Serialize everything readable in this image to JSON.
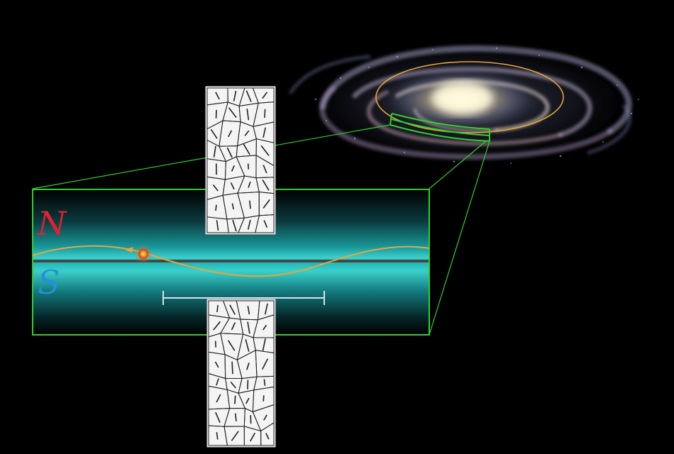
{
  "labels": {
    "north": "N",
    "south": "S"
  },
  "colors": {
    "background": "#000000",
    "frame_green": "#2fd02f",
    "orbit_orange": "#e8a63a",
    "north_red": "#e0212e",
    "south_blue": "#2a8fd8",
    "band_teal": "#1aa8a8",
    "scale_bar": "#d6e2ea"
  },
  "icons": {
    "sun": "sun-marker-icon",
    "galaxy": "spiral-galaxy-image",
    "cells": "cell-pattern-panel"
  }
}
